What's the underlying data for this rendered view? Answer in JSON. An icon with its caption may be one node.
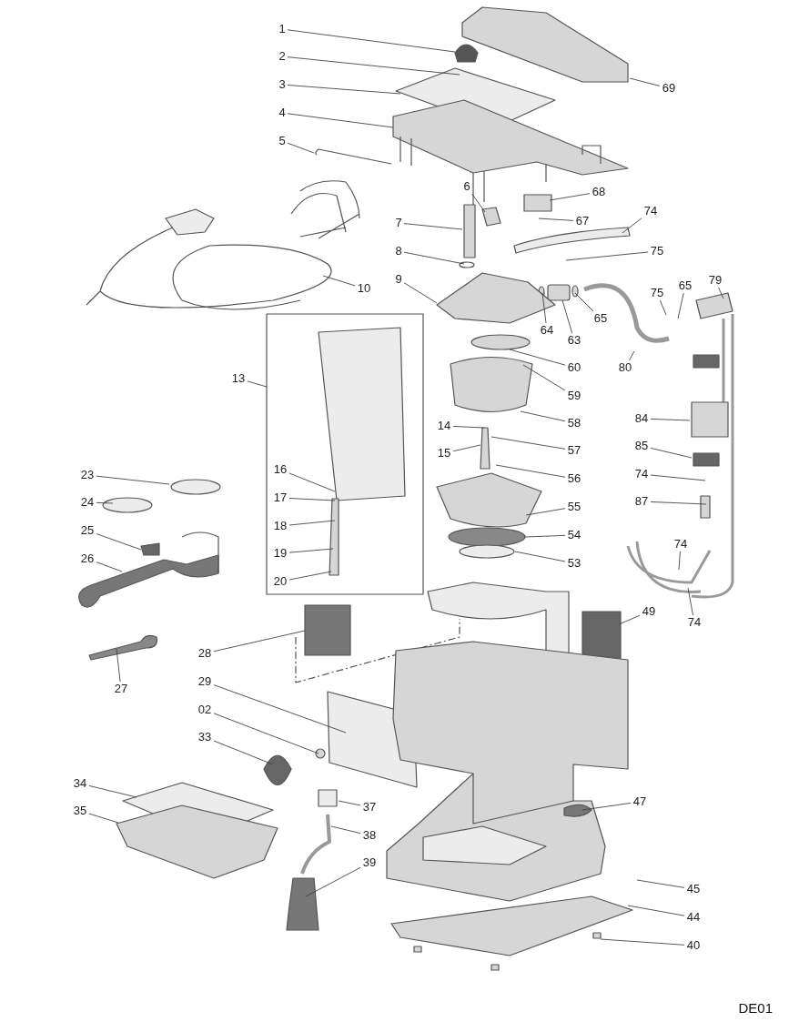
{
  "diagram": {
    "nodes": [
      {
        "text": [
          "1"
        ]
      },
      {
        "text": [
          "2"
        ]
      },
      {
        "text": [
          "3"
        ]
      },
      {
        "text": [
          "69"
        ]
      },
      {
        "text": [
          "4"
        ]
      },
      {
        "text": [
          "5"
        ]
      },
      {
        "text": [
          "6"
        ]
      },
      {
        "text": [
          "68"
        ]
      },
      {
        "text": [
          "67"
        ]
      },
      {
        "text": [
          "74"
        ]
      },
      {
        "text": [
          "7"
        ]
      },
      {
        "text": [
          "75"
        ]
      },
      {
        "text": [
          "8"
        ]
      },
      {
        "text": [
          "10"
        ]
      },
      {
        "text": [
          "9"
        ]
      },
      {
        "text": [
          "79"
        ]
      },
      {
        "text": [
          "65"
        ]
      },
      {
        "text": [
          "75"
        ]
      },
      {
        "text": [
          "65"
        ]
      },
      {
        "text": [
          "64"
        ]
      },
      {
        "text": [
          "63"
        ]
      },
      {
        "text": [
          "80"
        ]
      },
      {
        "text": [
          "60"
        ]
      },
      {
        "text": [
          "13"
        ]
      },
      {
        "text": [
          "59"
        ]
      },
      {
        "text": [
          "84"
        ]
      },
      {
        "text": [
          "58"
        ]
      },
      {
        "text": [
          "14"
        ]
      },
      {
        "text": [
          "85"
        ]
      },
      {
        "text": [
          "57"
        ]
      },
      {
        "text": [
          "15"
        ]
      },
      {
        "text": [
          "16"
        ]
      },
      {
        "text": [
          "74"
        ]
      },
      {
        "text": [
          "23"
        ]
      },
      {
        "text": [
          "56"
        ]
      },
      {
        "text": [
          "17"
        ]
      },
      {
        "text": [
          "87"
        ]
      },
      {
        "text": [
          "24"
        ]
      },
      {
        "text": [
          "55"
        ]
      },
      {
        "text": [
          "18"
        ]
      },
      {
        "text": [
          "25"
        ]
      },
      {
        "text": [
          "54"
        ]
      },
      {
        "text": [
          "74"
        ]
      },
      {
        "text": [
          "19"
        ]
      },
      {
        "text": [
          "26"
        ]
      },
      {
        "text": [
          "53"
        ]
      },
      {
        "text": [
          "20"
        ]
      },
      {
        "text": [
          "49"
        ]
      },
      {
        "text": [
          "74"
        ]
      },
      {
        "text": [
          "28"
        ]
      },
      {
        "text": [
          "29"
        ]
      },
      {
        "text": [
          "27"
        ]
      },
      {
        "text": [
          "02"
        ]
      },
      {
        "text": [
          "33"
        ]
      },
      {
        "text": [
          "34"
        ]
      },
      {
        "text": [
          "47"
        ]
      },
      {
        "text": [
          "37"
        ]
      },
      {
        "text": [
          "35"
        ]
      },
      {
        "text": [
          "38"
        ]
      },
      {
        "text": [
          "39"
        ]
      },
      {
        "text": [
          "45"
        ]
      },
      {
        "text": [
          "44"
        ]
      },
      {
        "text": [
          "40"
        ]
      }
    ],
    "edges": [
      {
        "from": 0,
        "to": null,
        "arrow": "none"
      },
      {
        "from": 1,
        "to": null,
        "arrow": "none"
      },
      {
        "from": 2,
        "to": null,
        "arrow": "none"
      },
      {
        "from": 3,
        "to": null,
        "arrow": "none"
      },
      {
        "from": 4,
        "to": null,
        "arrow": "none"
      },
      {
        "from": 5,
        "to": null,
        "arrow": "none"
      },
      {
        "from": 6,
        "to": null,
        "arrow": "none"
      },
      {
        "from": 7,
        "to": null,
        "arrow": "none"
      },
      {
        "from": 8,
        "to": null,
        "arrow": "none"
      },
      {
        "from": 9,
        "to": null,
        "arrow": "none"
      },
      {
        "from": 10,
        "to": null,
        "arrow": "none"
      },
      {
        "from": 11,
        "to": null,
        "arrow": "none"
      },
      {
        "from": 12,
        "to": null,
        "arrow": "none"
      },
      {
        "from": 13,
        "to": null,
        "arrow": "none"
      },
      {
        "from": 14,
        "to": null,
        "arrow": "none"
      },
      {
        "from": 15,
        "to": null,
        "arrow": "none"
      },
      {
        "from": 16,
        "to": null,
        "arrow": "none"
      },
      {
        "from": 17,
        "to": null,
        "arrow": "none"
      },
      {
        "from": 18,
        "to": null,
        "arrow": "none"
      },
      {
        "from": 19,
        "to": null,
        "arrow": "none"
      },
      {
        "from": 20,
        "to": null,
        "arrow": "none"
      },
      {
        "from": 21,
        "to": null,
        "arrow": "none"
      },
      {
        "from": 22,
        "to": null,
        "arrow": "none"
      },
      {
        "from": 23,
        "to": null,
        "arrow": "none"
      },
      {
        "from": 24,
        "to": null,
        "arrow": "none"
      },
      {
        "from": 25,
        "to": null,
        "arrow": "none"
      },
      {
        "from": 26,
        "to": null,
        "arrow": "none"
      },
      {
        "from": 27,
        "to": null,
        "arrow": "none"
      },
      {
        "from": 28,
        "to": null,
        "arrow": "none"
      },
      {
        "from": 29,
        "to": null,
        "arrow": "none"
      },
      {
        "from": 30,
        "to": null,
        "arrow": "none"
      },
      {
        "from": 31,
        "to": null,
        "arrow": "none"
      },
      {
        "from": 32,
        "to": null,
        "arrow": "none"
      },
      {
        "from": 33,
        "to": null,
        "arrow": "none"
      },
      {
        "from": 34,
        "to": null,
        "arrow": "none"
      },
      {
        "from": 35,
        "to": null,
        "arrow": "none"
      },
      {
        "from": 36,
        "to": null,
        "arrow": "none"
      },
      {
        "from": 37,
        "to": null,
        "arrow": "none"
      },
      {
        "from": 38,
        "to": null,
        "arrow": "none"
      },
      {
        "from": 39,
        "to": null,
        "arrow": "none"
      },
      {
        "from": 40,
        "to": null,
        "arrow": "none"
      },
      {
        "from": 41,
        "to": null,
        "arrow": "none"
      },
      {
        "from": 42,
        "to": null,
        "arrow": "none"
      },
      {
        "from": 43,
        "to": null,
        "arrow": "none"
      },
      {
        "from": 44,
        "to": null,
        "arrow": "none"
      },
      {
        "from": 45,
        "to": null,
        "arrow": "none"
      },
      {
        "from": 46,
        "to": null,
        "arrow": "none"
      },
      {
        "from": 47,
        "to": null,
        "arrow": "none"
      },
      {
        "from": 48,
        "to": null,
        "arrow": "none"
      },
      {
        "from": 49,
        "to": null,
        "arrow": "none"
      },
      {
        "from": 50,
        "to": null,
        "arrow": "none"
      },
      {
        "from": 51,
        "to": null,
        "arrow": "none"
      },
      {
        "from": 52,
        "to": null,
        "arrow": "none"
      },
      {
        "from": 53,
        "to": null,
        "arrow": "none"
      },
      {
        "from": 54,
        "to": null,
        "arrow": "none"
      },
      {
        "from": 55,
        "to": null,
        "arrow": "none"
      },
      {
        "from": 56,
        "to": null,
        "arrow": "none"
      },
      {
        "from": 57,
        "to": null,
        "arrow": "none"
      },
      {
        "from": 58,
        "to": null,
        "arrow": "none"
      },
      {
        "from": 59,
        "to": null,
        "arrow": "none"
      },
      {
        "from": 60,
        "to": null,
        "arrow": "none"
      },
      {
        "from": 61,
        "to": null,
        "arrow": "none"
      },
      {
        "from": 62,
        "to": null,
        "arrow": "none"
      }
    ],
    "labels": [
      "DE01"
    ]
  }
}
